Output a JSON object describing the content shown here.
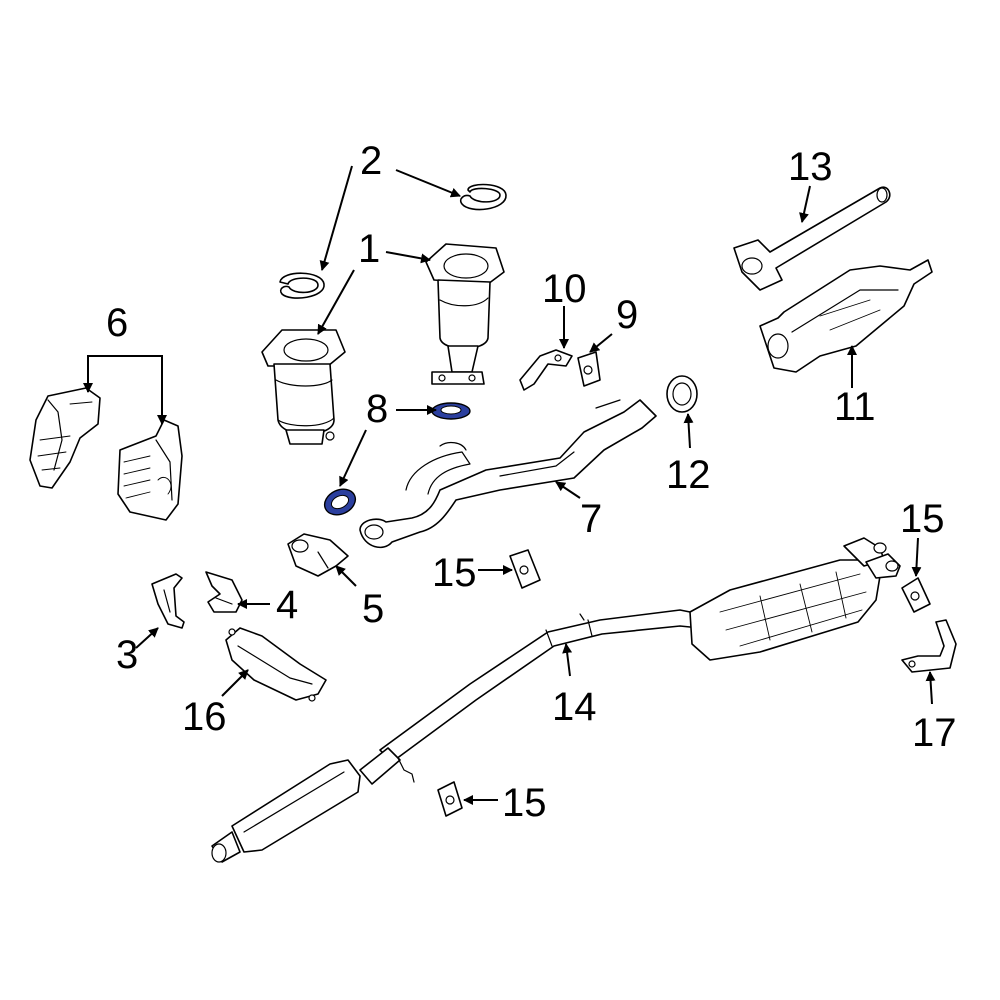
{
  "colors": {
    "line": "#000000",
    "background": "#ffffff",
    "highlight_gasket": "#2b3f9e"
  },
  "callouts": [
    {
      "id": "c1",
      "label": "1"
    },
    {
      "id": "c2",
      "label": "2"
    },
    {
      "id": "c3",
      "label": "3"
    },
    {
      "id": "c4",
      "label": "4"
    },
    {
      "id": "c5",
      "label": "5"
    },
    {
      "id": "c6",
      "label": "6"
    },
    {
      "id": "c7",
      "label": "7"
    },
    {
      "id": "c8",
      "label": "8"
    },
    {
      "id": "c9",
      "label": "9"
    },
    {
      "id": "c10",
      "label": "10"
    },
    {
      "id": "c11",
      "label": "11"
    },
    {
      "id": "c12",
      "label": "12"
    },
    {
      "id": "c13",
      "label": "13"
    },
    {
      "id": "c14",
      "label": "14"
    },
    {
      "id": "c15a",
      "label": "15"
    },
    {
      "id": "c15b",
      "label": "15"
    },
    {
      "id": "c15c",
      "label": "15"
    },
    {
      "id": "c16",
      "label": "16"
    },
    {
      "id": "c17",
      "label": "17"
    }
  ]
}
